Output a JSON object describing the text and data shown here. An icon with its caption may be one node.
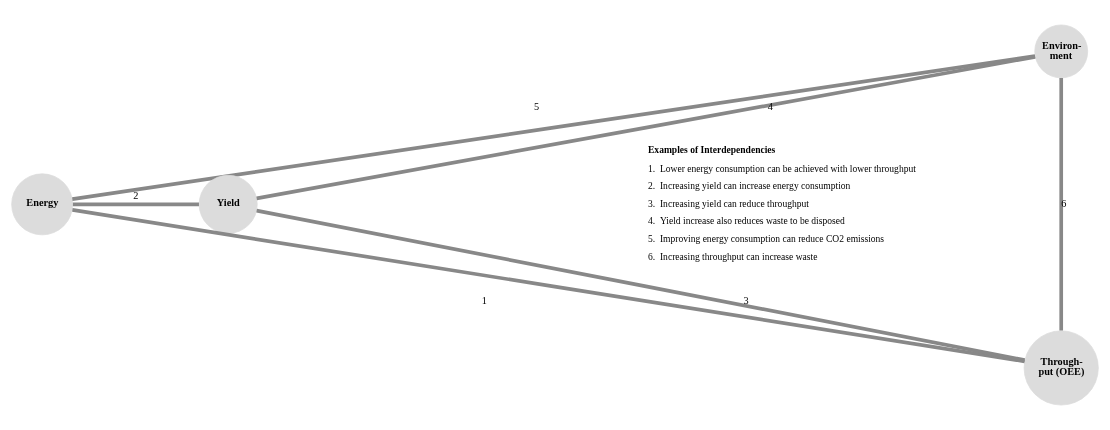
{
  "diagram": {
    "nodes": [
      {
        "text": [
          "Environ- ment"
        ]
      },
      {
        "text": [
          "Energy"
        ]
      },
      {
        "text": [
          "Yield"
        ]
      },
      {
        "text": [
          "Through- put (OEE)"
        ]
      }
    ],
    "edges": [
      {
        "from": 1,
        "to": 3,
        "arrow": "none",
        "label": "1"
      },
      {
        "from": 1,
        "to": 2,
        "arrow": "none",
        "label": "2"
      },
      {
        "from": 2,
        "to": 3,
        "arrow": "none",
        "label": "3"
      },
      {
        "from": 0,
        "to": 2,
        "arrow": "none",
        "label": "4"
      },
      {
        "from": 0,
        "to": 1,
        "arrow": "none",
        "label": "5"
      },
      {
        "from": 0,
        "to": 3,
        "arrow": "none",
        "label": "6"
      }
    ],
    "labels": [
      "Examples of Interdependencies",
      "1.  Lower energy consumption can be achieved with lower throughput",
      "2.  Increasing yield can increase energy consumption",
      "3.  Increasing yield can reduce throughput",
      "4.  Yield increase also reduces waste to be disposed",
      "5.  Improving energy consumption can reduce CO2 emissions",
      "6.  Increasing throughput can increase waste"
    ]
  }
}
